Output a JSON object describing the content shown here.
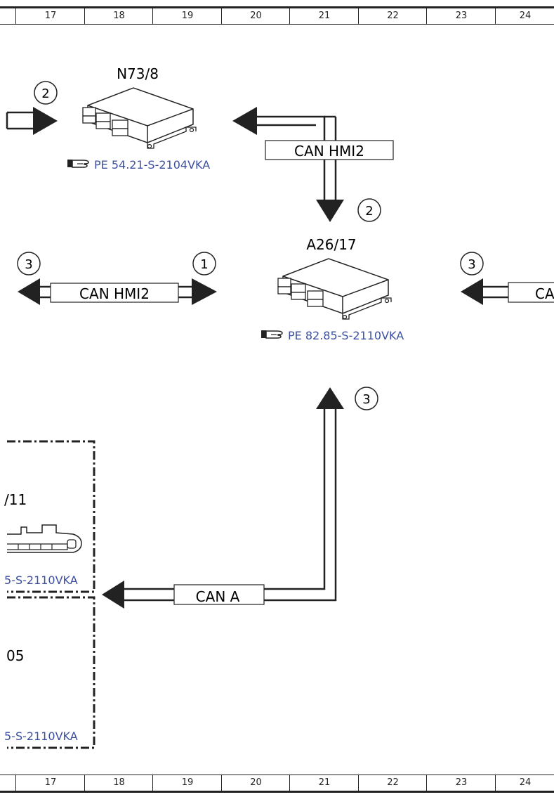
{
  "column_ruler": {
    "labels": [
      "17",
      "18",
      "19",
      "20",
      "21",
      "22",
      "23",
      "24"
    ]
  },
  "components": {
    "n73_8": {
      "name": "N73/8",
      "ref": "PE 54.21-S-2104VKA"
    },
    "a26_17": {
      "name": "A26/17",
      "ref": "PE 82.85-S-2110VKA"
    },
    "partial_upper": {
      "name": "/11",
      "ref": "5-S-2110VKA"
    },
    "partial_lower": {
      "name": "05",
      "ref": "5-S-2110VKA"
    }
  },
  "bus_labels": {
    "top": "CAN HMI2",
    "middle": "CAN HMI2",
    "right": "CA",
    "bottom": "CAN A"
  },
  "markers": {
    "top_left": "2",
    "a26_top": "2",
    "mid_left": "3",
    "mid_right_of_bus": "1",
    "far_right": "3",
    "a26_bottom": "3"
  },
  "colors": {
    "line": "#222222",
    "reference_link": "#3d4f9f"
  },
  "icons": {
    "reference": "pointing-hand-icon",
    "control_unit": "control-unit-icon"
  }
}
